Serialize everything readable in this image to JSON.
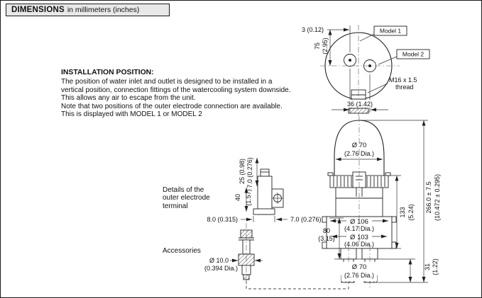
{
  "header": {
    "title_bold": "DIMENSIONS",
    "title_rest": "in millimeters (inches)"
  },
  "installation": {
    "heading": "INSTALLATION POSITION:",
    "lines": [
      "The position of water inlet and outlet is designed to be installed in a",
      "vertical position, connection fittings of the watercooling system downside.",
      "This allows any air to escape from the unit.",
      "Note that two positions of the outer electrode connection are available.",
      "This is displayed with MODEL 1 or MODEL 2"
    ]
  },
  "top_view": {
    "model1_label": "Model 1",
    "model2_label": "Model 2",
    "offset_dim": "3 (0.12)",
    "height_dim_mm": "75",
    "height_dim_in": "(2.95)",
    "thread_line1": "M16 x 1.5",
    "thread_line2": "thread",
    "spacing_dim": "36 (1.42)"
  },
  "details": {
    "label_lines": [
      "Details of the",
      "outer electrode",
      "terminal"
    ],
    "dim_25": "25 (0.98)",
    "dim_7_upper": "7.0 (0.276)",
    "dim_40_mm": "40",
    "dim_40_in": "(1.57)",
    "dim_8_lower": "8.0 (0.315)",
    "dim_7_lower": "7.0 (0.276)"
  },
  "accessories": {
    "label": "Accessories",
    "dia_mm": "Ø 10.0",
    "dia_in": "(0.394 Dia.)"
  },
  "side_view": {
    "top_dia_mm": "Ø 70",
    "top_dia_in": "(2.76 Dia.)",
    "overall_height_mm": "266.0 ± 7.5",
    "overall_height_in": "(10.472 ± 0.295)",
    "body_height_mm": "133",
    "body_height_in": "(5.24)",
    "flange_dia_mm": "Ø 106",
    "flange_dia_in": "(4.17 Dia.)",
    "body_dia_mm": "Ø 103",
    "body_dia_in": "(4.06 Dia.)",
    "lower_height_mm": "80",
    "lower_height_in": "(3.15)",
    "bottom_dia_mm": "Ø 70",
    "bottom_dia_in": "(2.76 Dia.)",
    "fitting_height_mm": "31",
    "fitting_height_in": "(1.22)"
  }
}
